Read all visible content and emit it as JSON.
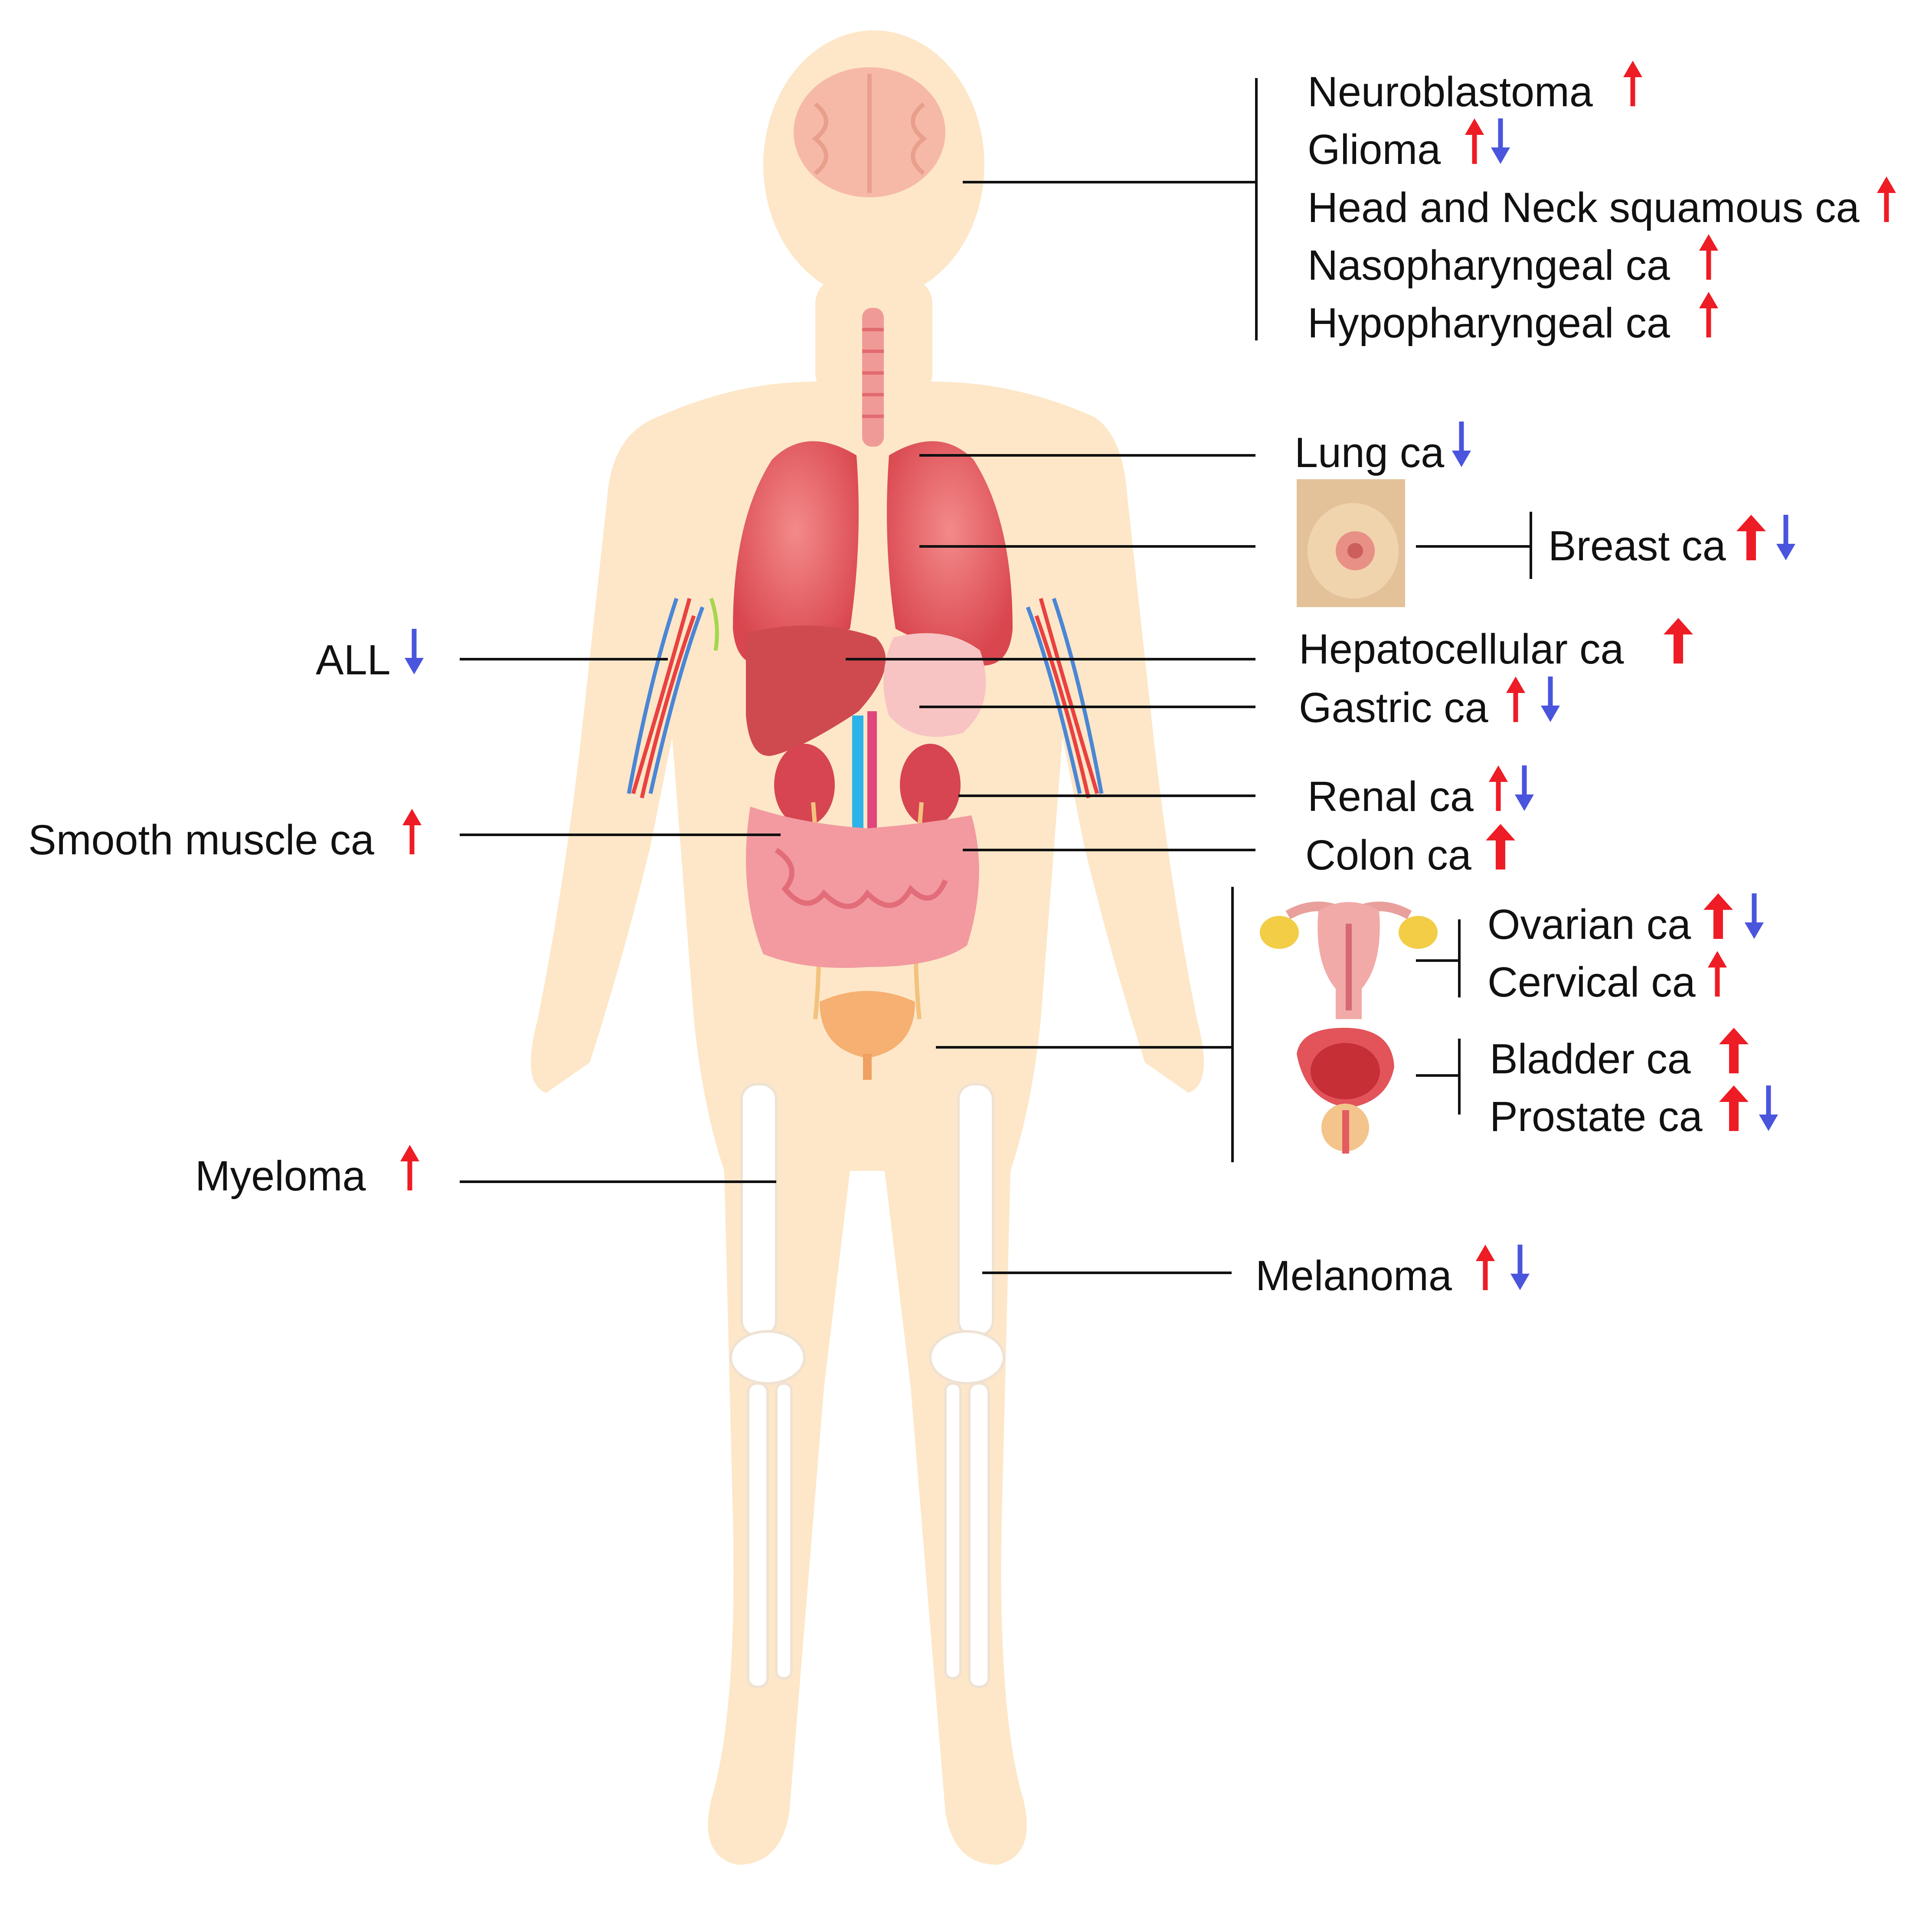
{
  "colors": {
    "up": "#ee1c25",
    "down": "#4a55dd",
    "body": "#fde7c8",
    "line": "#111111"
  },
  "labels": {
    "neuroblastoma": {
      "text": "Neuroblastoma",
      "arrows": [
        "up"
      ]
    },
    "glioma": {
      "text": "Glioma",
      "arrows": [
        "up",
        "down"
      ]
    },
    "head_neck": {
      "text": "Head and Neck squamous ca",
      "arrows": [
        "up"
      ]
    },
    "nasopharyngeal": {
      "text": "Nasopharyngeal ca",
      "arrows": [
        "up"
      ]
    },
    "hypopharyngeal": {
      "text": "Hypopharyngeal ca",
      "arrows": [
        "up"
      ]
    },
    "lung": {
      "text": "Lung ca",
      "arrows": [
        "down"
      ]
    },
    "breast": {
      "text": "Breast ca",
      "arrows": [
        "up-bold",
        "down"
      ]
    },
    "all": {
      "text": "ALL",
      "arrows": [
        "down"
      ]
    },
    "hepatocellular": {
      "text": "Hepatocellular ca",
      "arrows": [
        "up-bold"
      ]
    },
    "gastric": {
      "text": "Gastric ca",
      "arrows": [
        "up",
        "down"
      ]
    },
    "smooth_muscle": {
      "text": "Smooth muscle ca",
      "arrows": [
        "up"
      ]
    },
    "renal": {
      "text": "Renal ca",
      "arrows": [
        "up",
        "down"
      ]
    },
    "colon": {
      "text": "Colon ca",
      "arrows": [
        "up-bold"
      ]
    },
    "ovarian": {
      "text": "Ovarian ca",
      "arrows": [
        "up-bold",
        "down"
      ]
    },
    "cervical": {
      "text": "Cervical ca",
      "arrows": [
        "up"
      ]
    },
    "bladder": {
      "text": "Bladder ca",
      "arrows": [
        "up-bold"
      ]
    },
    "prostate": {
      "text": "Prostate ca",
      "arrows": [
        "up-bold",
        "down"
      ]
    },
    "myeloma": {
      "text": "Myeloma",
      "arrows": [
        "up"
      ]
    },
    "melanoma": {
      "text": "Melanoma",
      "arrows": [
        "up",
        "down"
      ]
    }
  },
  "icons": {
    "body": "human-body-silhouette",
    "brain": "brain-icon",
    "trachea": "trachea-icon",
    "lungs": "lungs-icon",
    "liver": "liver-icon",
    "stomach": "stomach-icon",
    "kidneys": "kidneys-icon",
    "intestine": "intestine-icon",
    "bladder": "bladder-icon",
    "bones": "leg-bones-icon",
    "vessels": "arm-blood-vessels-icon",
    "breast": "breast-photo-icon",
    "uterus": "uterus-ovaries-icon",
    "prostate": "bladder-prostate-icon"
  }
}
